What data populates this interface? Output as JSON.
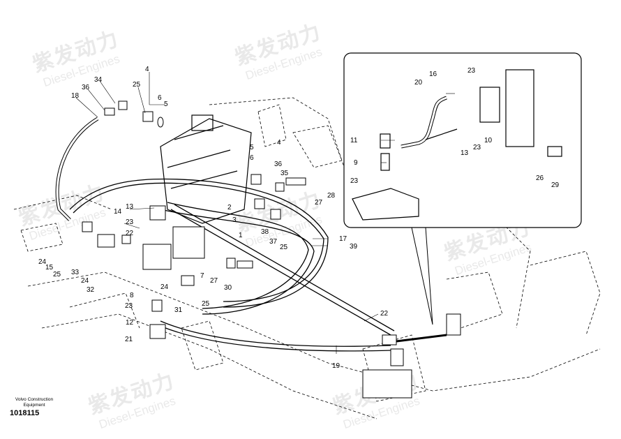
{
  "watermark": {
    "chinese": "紫发动力",
    "english": "Diesel-Engines"
  },
  "footer": {
    "caption_line1": "Volvo Construction",
    "caption_line2": "Equipment",
    "drawing_number": "1018115"
  },
  "callouts": {
    "c4": "4",
    "c25a": "25",
    "c6a": "6",
    "c5a": "5",
    "c34": "34",
    "c36a": "36",
    "c18": "18",
    "c5b": "5",
    "c6b": "6",
    "c4b": "4",
    "c2": "2",
    "c36b": "36",
    "c35": "35",
    "c28": "28",
    "c27a": "27",
    "c3": "3",
    "c1": "1",
    "c38": "38",
    "c37": "37",
    "c25b": "25",
    "c17": "17",
    "c39": "39",
    "c14": "14",
    "c13a": "13",
    "c23a": "23",
    "c22l": "22",
    "c7": "7",
    "c27b": "27",
    "c30": "30",
    "c24a": "24",
    "c15": "15",
    "c25c": "25",
    "c33": "33",
    "c32": "32",
    "c24b": "24",
    "c8": "8",
    "c24c": "24",
    "c31": "31",
    "c25d": "25",
    "c23b": "23",
    "c12": "12",
    "c21": "21",
    "c22": "22",
    "c19": "19",
    "i16": "16",
    "i23a": "23",
    "i20": "20",
    "i11": "11",
    "i9": "9",
    "i23b": "23",
    "i13": "13",
    "i23c": "23",
    "i10": "10",
    "i26": "26",
    "i29": "29"
  }
}
